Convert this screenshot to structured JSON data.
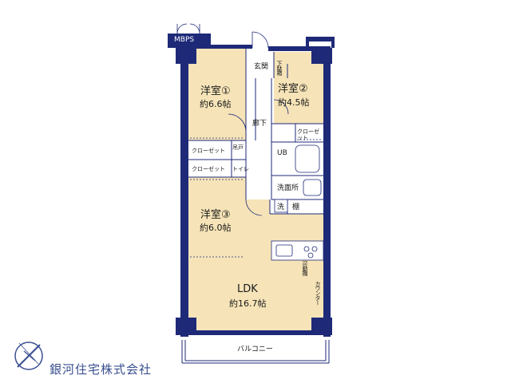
{
  "rooms": {
    "western1": {
      "name": "洋室①",
      "size": "約6.6帖"
    },
    "western2": {
      "name": "洋室②",
      "size": "約4.5帖"
    },
    "western3": {
      "name": "洋室③",
      "size": "約6.0帖"
    },
    "ldk": {
      "name": "LDK",
      "size": "約16.7帖"
    }
  },
  "labels": {
    "mbps": "MBPS",
    "entrance": "玄関",
    "shoe_box": "下駄箱",
    "hallway": "廊下",
    "closet_a": "クローゼット",
    "closet_b": "クローゼット",
    "closet_small": "クローゼット",
    "storage": "吊戸",
    "toilet": "トイレ",
    "ub": "UB",
    "washroom": "洗面所",
    "washer": "洗",
    "shelf": "棚",
    "movable_shelf": "可動棚",
    "counter": "カウンター",
    "balcony": "バルコニー"
  },
  "company": {
    "name": "銀河住宅株式会社"
  },
  "colors": {
    "wall": "#1e2a78",
    "room_fill": "#f6e4b8",
    "wet_fill": "#ffffff",
    "logo": "#3a4f8f"
  }
}
